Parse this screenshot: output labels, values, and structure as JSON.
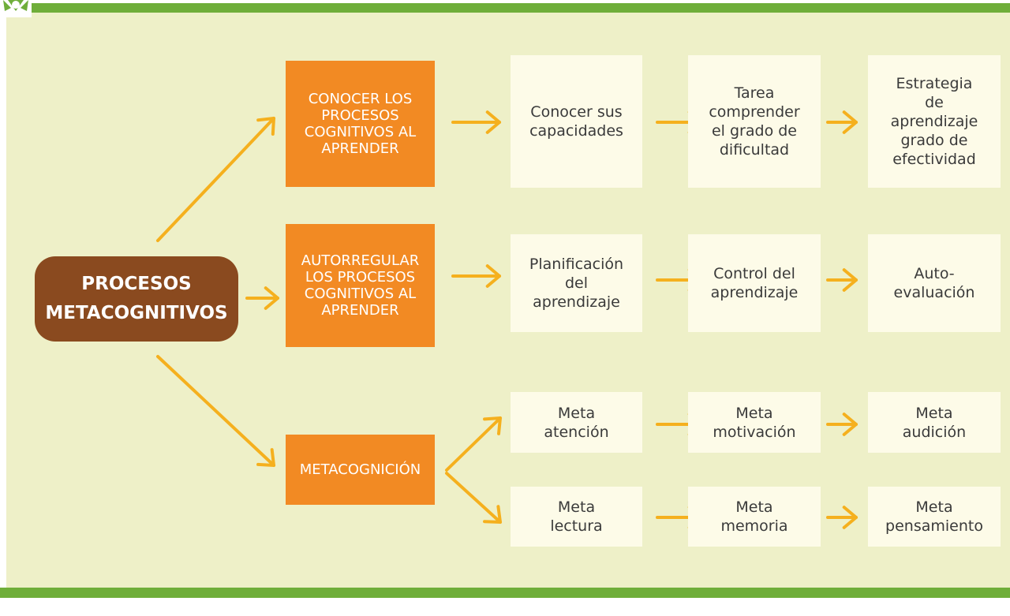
{
  "root": {
    "label": "PROCESOS\nMETACOGNITIVOS"
  },
  "categories": [
    {
      "label": "CONOCER LOS\nPROCESOS\nCOGNITIVOS AL\nAPRENDER"
    },
    {
      "label": "AUTORREGULAR\nLOS PROCESOS\nCOGNITIVOS AL\nAPRENDER"
    },
    {
      "label": "METACOGNICIÓN"
    }
  ],
  "row1": [
    {
      "label": "Conocer sus\ncapacidades"
    },
    {
      "label": "Tarea\ncomprender\nel grado de\ndificultad"
    },
    {
      "label": "Estrategia\nde\naprendizaje\ngrado de\nefectividad"
    }
  ],
  "row2": [
    {
      "label": "Planificación\ndel\naprendizaje"
    },
    {
      "label": "Control del\naprendizaje"
    },
    {
      "label": "Auto-\nevaluación"
    }
  ],
  "row3": [
    {
      "label": "Meta\natención"
    },
    {
      "label": "Meta\nmotivación"
    },
    {
      "label": "Meta\naudición"
    }
  ],
  "row4": [
    {
      "label": "Meta\nlectura"
    },
    {
      "label": "Meta\nmemoria"
    },
    {
      "label": "Meta\npensamiento"
    }
  ],
  "colors": {
    "panel": "#eef0c8",
    "root": "#8a4a1f",
    "category": "#f28a23",
    "box": "#fdfbe8",
    "arrow": "#f5b01e",
    "frame": "#6fae3a"
  }
}
